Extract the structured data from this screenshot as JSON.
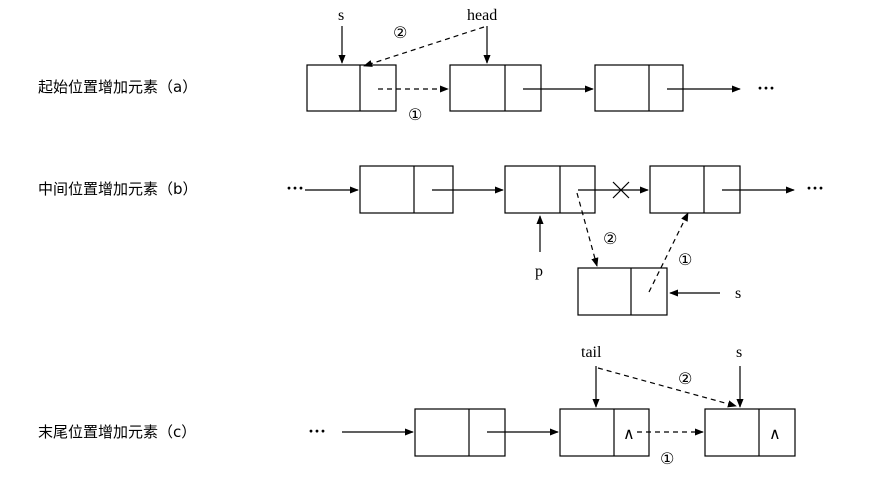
{
  "rows": {
    "a": {
      "caption": "起始位置增加元素（a）"
    },
    "b": {
      "caption": "中间位置增加元素（b）"
    },
    "c": {
      "caption": "末尾位置增加元素（c）"
    }
  },
  "labels": {
    "s": "s",
    "head": "head",
    "p": "p",
    "tail": "tail",
    "step1": "①",
    "step2": "②",
    "ellipsis": "···",
    "null_symbol": "∧"
  }
}
